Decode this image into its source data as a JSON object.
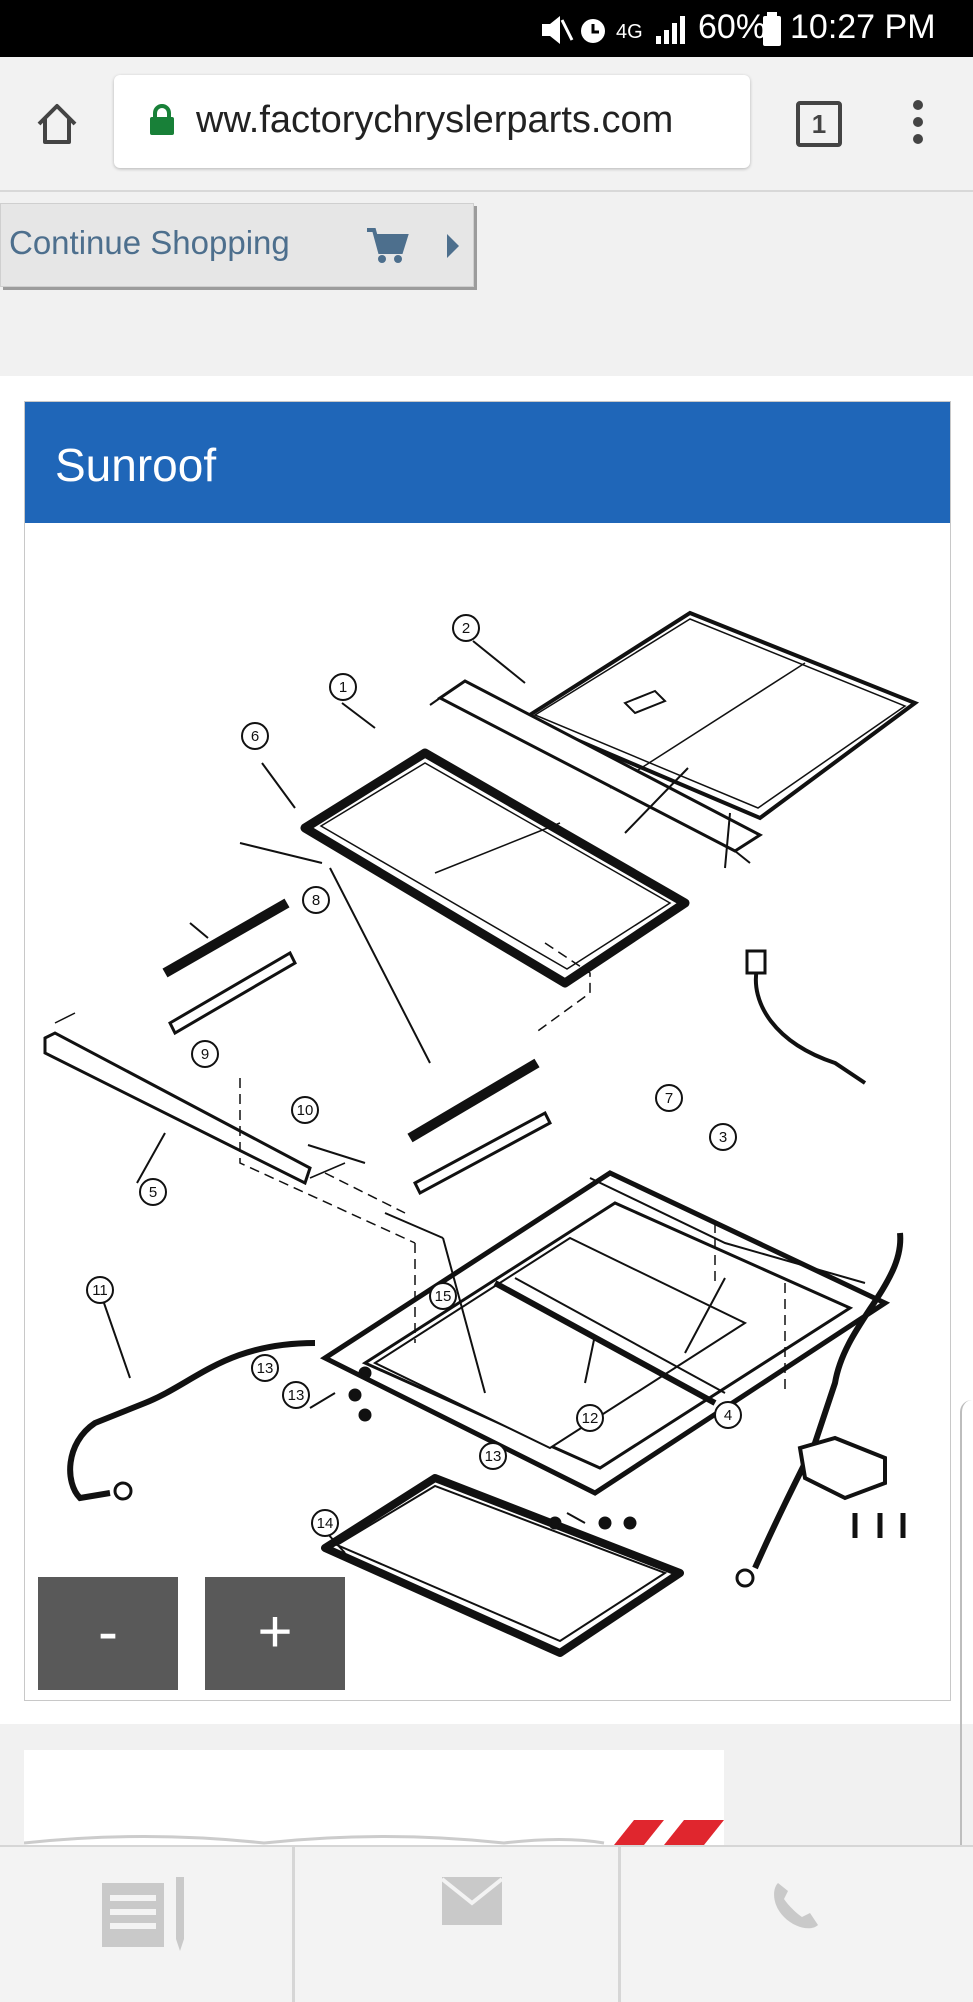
{
  "status_bar": {
    "network": "4G",
    "battery": "60%",
    "time": "10:27 PM",
    "icons": [
      "mute-icon",
      "alarm-icon",
      "signal-icon",
      "battery-icon"
    ]
  },
  "browser": {
    "url": "ww.factorychryslerparts.com",
    "tab_count": "1",
    "icons": [
      "home-icon",
      "lock-icon",
      "tabs-icon",
      "menu-icon"
    ]
  },
  "shop": {
    "continue_label": "Continue Shopping",
    "icons": [
      "cart-icon",
      "triangle-right-icon"
    ]
  },
  "section": {
    "title": "Sunroof",
    "header_color": "#1f66b8"
  },
  "diagram": {
    "callouts": [
      "1",
      "2",
      "3",
      "4",
      "5",
      "6",
      "7",
      "8",
      "9",
      "10",
      "11",
      "12",
      "13",
      "13",
      "13",
      "14",
      "15"
    ]
  },
  "zoom": {
    "minus_label": "-",
    "plus_label": "+"
  },
  "bottom_nav": {
    "icons": [
      "list-icon",
      "mail-icon",
      "phone-icon"
    ]
  }
}
